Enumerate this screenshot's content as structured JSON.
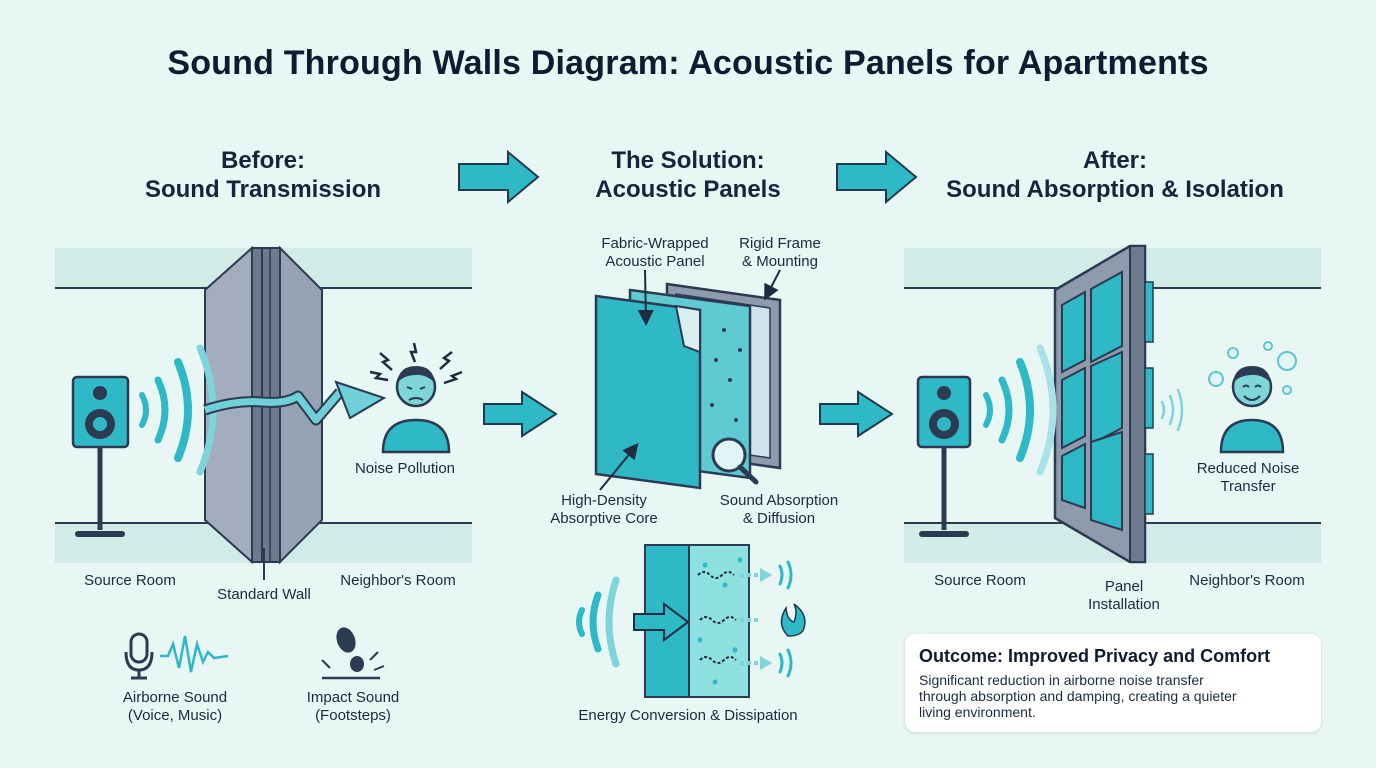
{
  "title": "Sound Through Walls Diagram: Acoustic Panels for Apartments",
  "stages": {
    "before": {
      "line1": "Before:",
      "line2": "Sound Transmission"
    },
    "solution": {
      "line1": "The Solution:",
      "line2": "Acoustic Panels"
    },
    "after": {
      "line1": "After:",
      "line2": "Sound Absorption & Isolation"
    }
  },
  "before": {
    "noise_pollution": "Noise Pollution",
    "source_room": "Source Room",
    "standard_wall": "Standard Wall",
    "neighbors_room": "Neighbor's Room",
    "airborne": {
      "line1": "Airborne Sound",
      "line2": "(Voice, Music)"
    },
    "impact": {
      "line1": "Impact Sound",
      "line2": "(Footsteps)"
    }
  },
  "solution": {
    "fabric": {
      "line1": "Fabric-Wrapped",
      "line2": "Acoustic Panel"
    },
    "frame": {
      "line1": "Rigid Frame",
      "line2": "& Mounting"
    },
    "core": {
      "line1": "High-Density",
      "line2": "Absorptive Core"
    },
    "absorption": {
      "line1": "Sound Absorption",
      "line2": "& Diffusion"
    },
    "energy": "Energy Conversion & Dissipation"
  },
  "after": {
    "reduced": {
      "line1": "Reduced Noise",
      "line2": "Transfer"
    },
    "source_room": "Source Room",
    "panel_installation": {
      "line1": "Panel",
      "line2": "Installation"
    },
    "neighbors_room": "Neighbor's Room"
  },
  "outcome": {
    "title": "Outcome: Improved Privacy and Comfort",
    "line1": "Significant reduction in airborne noise transfer",
    "line2": "through absorption and damping, creating a quieter",
    "line3": "living environment."
  },
  "colors": {
    "background": "#e8f6f4",
    "teal": "#2fb8c6",
    "dark": "#2b3b52",
    "wall_gray": "#8f9aac"
  }
}
